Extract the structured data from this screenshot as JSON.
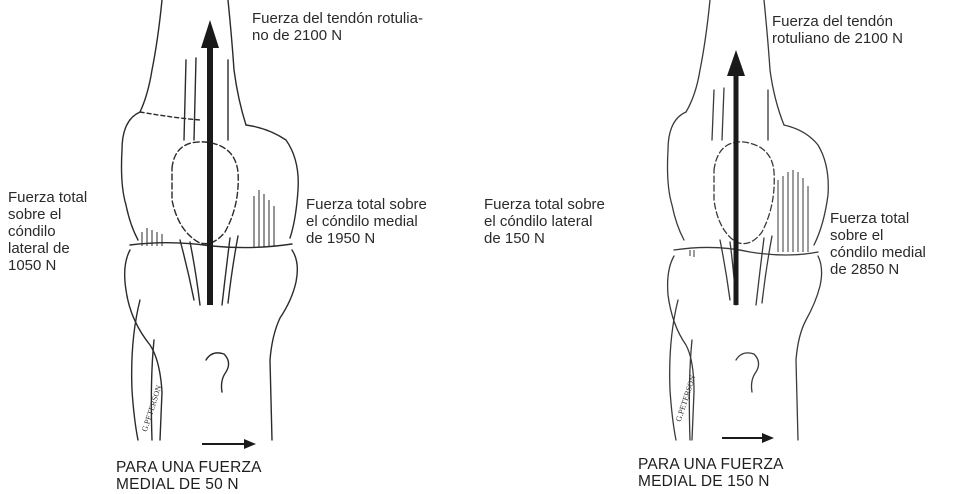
{
  "left": {
    "tendon_label": "Fuerza del tendón rotulia-\nno de 2100 N",
    "lateral_label": "Fuerza total\nsobre el\ncóndilo\nlateral de\n1050 N",
    "medial_label": "Fuerza total sobre\nel cóndilo medial\nde 1950 N",
    "caption": "PARA UNA FUERZA\nMEDIAL DE 50 N",
    "signature": "G.PETERSON"
  },
  "right": {
    "tendon_label": "Fuerza del tendón\nrotuliano de 2100 N",
    "lateral_label": "Fuerza total sobre\nel cóndilo lateral\nde 150 N",
    "medial_label": "Fuerza total\nsobre el\ncóndilo medial\nde 2850 N",
    "caption": "PARA UNA FUERZA\nMEDIAL DE 150 N",
    "signature": "G.PETERSON"
  },
  "colors": {
    "ink": "#2b2b2b",
    "arrow": "#1a1a1a",
    "background": "#ffffff"
  }
}
